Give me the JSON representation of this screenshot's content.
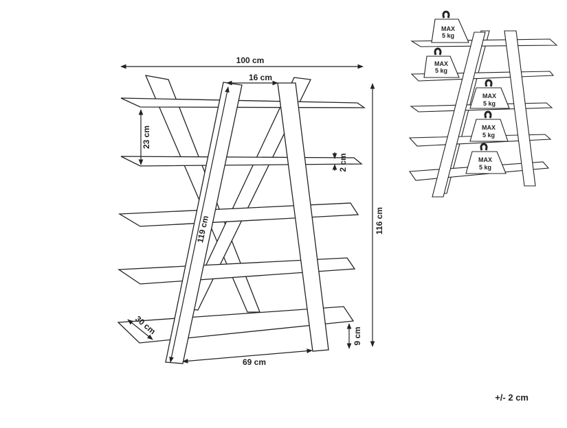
{
  "dimensions": {
    "width": "100 cm",
    "top_gap": "16 cm",
    "shelf_spacing": "23 cm",
    "shelf_thickness": "2 cm",
    "leg_length": "119 cm",
    "height": "116 cm",
    "depth": "30 cm",
    "base_width": "69 cm",
    "bottom_clearance": "9 cm"
  },
  "load": {
    "line1": "MAX",
    "line2": "5 kg",
    "count": 5
  },
  "tolerance": "+/- 2 cm",
  "colors": {
    "line": "#222222",
    "fill": "#ffffff"
  }
}
